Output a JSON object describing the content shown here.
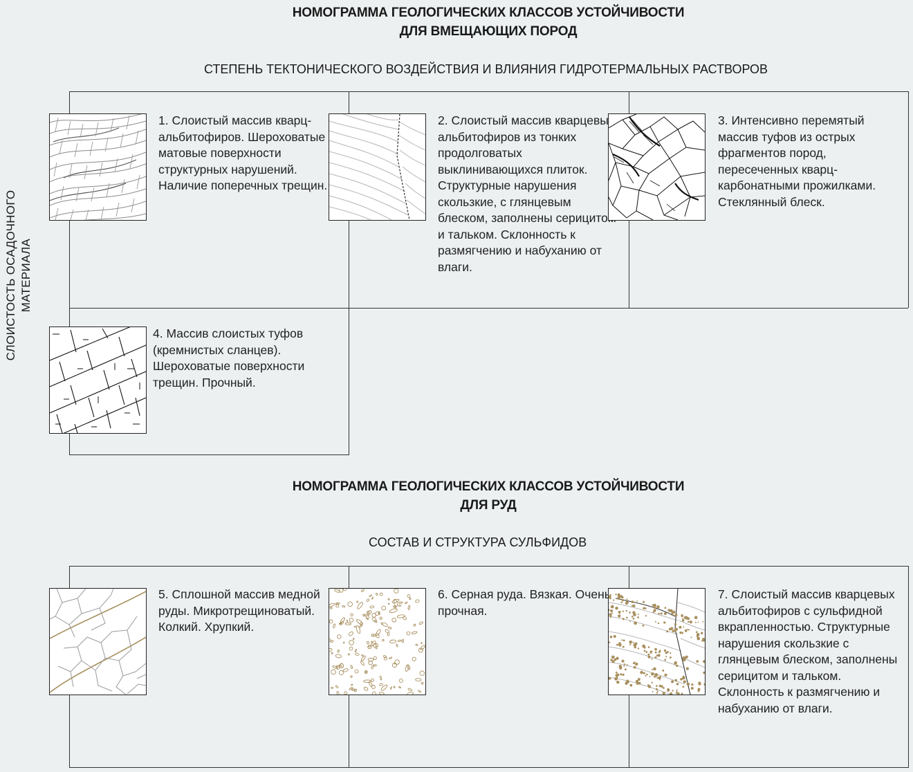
{
  "section1": {
    "title_line1": "НОМОГРАММА ГЕОЛОГИЧЕСКИХ КЛАССОВ УСТОЙЧИВОСТИ",
    "title_line2": "ДЛЯ ВМЕЩАЮЩИХ ПОРОД",
    "x_axis_label": "СТЕПЕНЬ ТЕКТОНИЧЕСКОГО ВОЗДЕЙСТВИЯ И ВЛИЯНИЯ ГИДРОТЕРМАЛЬНЫХ РАСТВОРОВ",
    "y_axis_label_line1": "СЛОИСТОСТЬ ОСАДОЧНОГО",
    "y_axis_label_line2": "МАТЕРИАЛА",
    "cells": [
      {
        "text": "1. Слоистый массив кварц-альбитофиров. Шероховатые матовые поверхности структурных нарушений. Наличие поперечных трещин.",
        "pattern": "wavy-layered-fractured"
      },
      {
        "text": "2. Слоистый массив кварцевых альбитофиров из тонких продолговатых выклинивающихся плиток. Структурные нарушения скользкие, с глянцевым блеском, заполнены серицитом и тальком. Склонность к размягчению и набуханию от влаги.",
        "pattern": "thin-plates-with-fault"
      },
      {
        "text": "3. Интенсивно перемятый массив туфов из острых фрагментов пород, пересеченных кварц-карбонатными прожилками. Стеклянный блеск.",
        "pattern": "crushed-fragments"
      },
      {
        "text": "4. Массив слоистых туфов (кремнистых сланцев). Шероховатые поверхности трещин. Прочный.",
        "pattern": "blocky-layered"
      }
    ]
  },
  "section2": {
    "title_line1": "НОМОГРАММА ГЕОЛОГИЧЕСКИХ КЛАССОВ УСТОЙЧИВОСТИ",
    "title_line2": "ДЛЯ РУД",
    "x_axis_label": "СОСТАВ И СТРУКТУРА СУЛЬФИДОВ",
    "cells": [
      {
        "text": "5. Сплошной массив медной руды. Микротрещиноватый. Колкий. Хрупкий.",
        "pattern": "microfractured-massive"
      },
      {
        "text": "6. Серная руда. Вязкая. Очень прочная.",
        "pattern": "sulfur-ore-speckled"
      },
      {
        "text": "7. Слоистый массив кварцевых альбитофиров с сульфидной вкрапленностью. Структурные нарушения скользкие с глянцевым блеском, заполнены серицитом и тальком. Склонность к размягчению и набуханию от влаги.",
        "pattern": "layered-with-sulfide-dots"
      }
    ]
  },
  "colors": {
    "background": "#ecf0f1",
    "grid_line": "#333333",
    "sulfide": "#a88f5e",
    "fracture_gray": "#9a9a9a"
  }
}
